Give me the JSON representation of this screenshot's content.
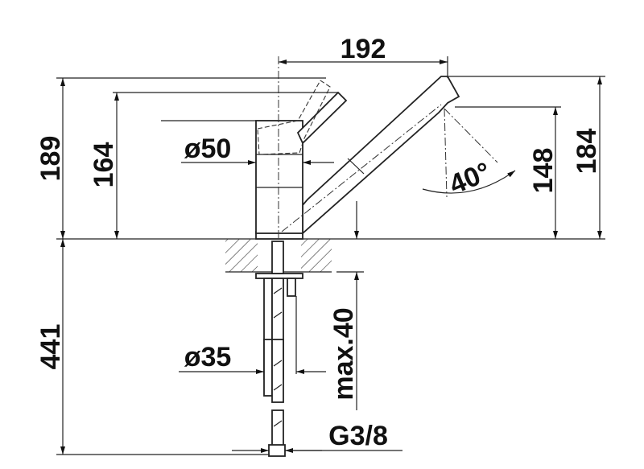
{
  "drawing": {
    "dimensions": {
      "spout_reach": "192",
      "total_height": "189",
      "handle_height": "164",
      "body_diameter": "ø50",
      "swivel_angle": "40°",
      "outlet_height": "148",
      "spout_height": "184",
      "hose_length": "441",
      "shank_diameter": "ø35",
      "max_counter_thickness": "max.40",
      "connection_thread": "G3/8"
    }
  }
}
